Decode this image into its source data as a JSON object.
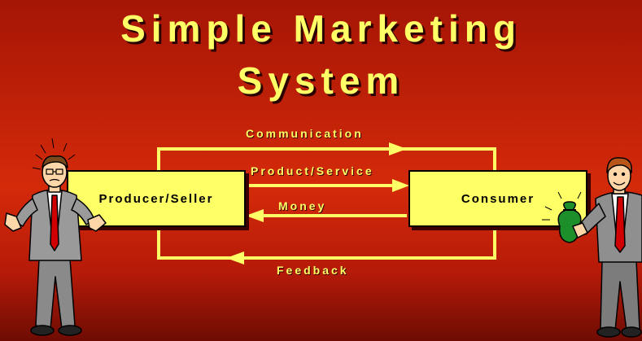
{
  "title": {
    "line1": "Simple Marketing",
    "line2": "System"
  },
  "nodes": {
    "producer": "Producer/Seller",
    "consumer": "Consumer"
  },
  "flows": {
    "communication": "Communication",
    "product": "Product/Service",
    "money": "Money",
    "feedback": "Feedback"
  },
  "colors": {
    "background": "#c8240a",
    "accent": "#ffff66",
    "outline": "#000000"
  },
  "icons": {
    "left_figure": "worried-businessman-icon",
    "right_figure": "businessman-with-money-bag-icon"
  }
}
